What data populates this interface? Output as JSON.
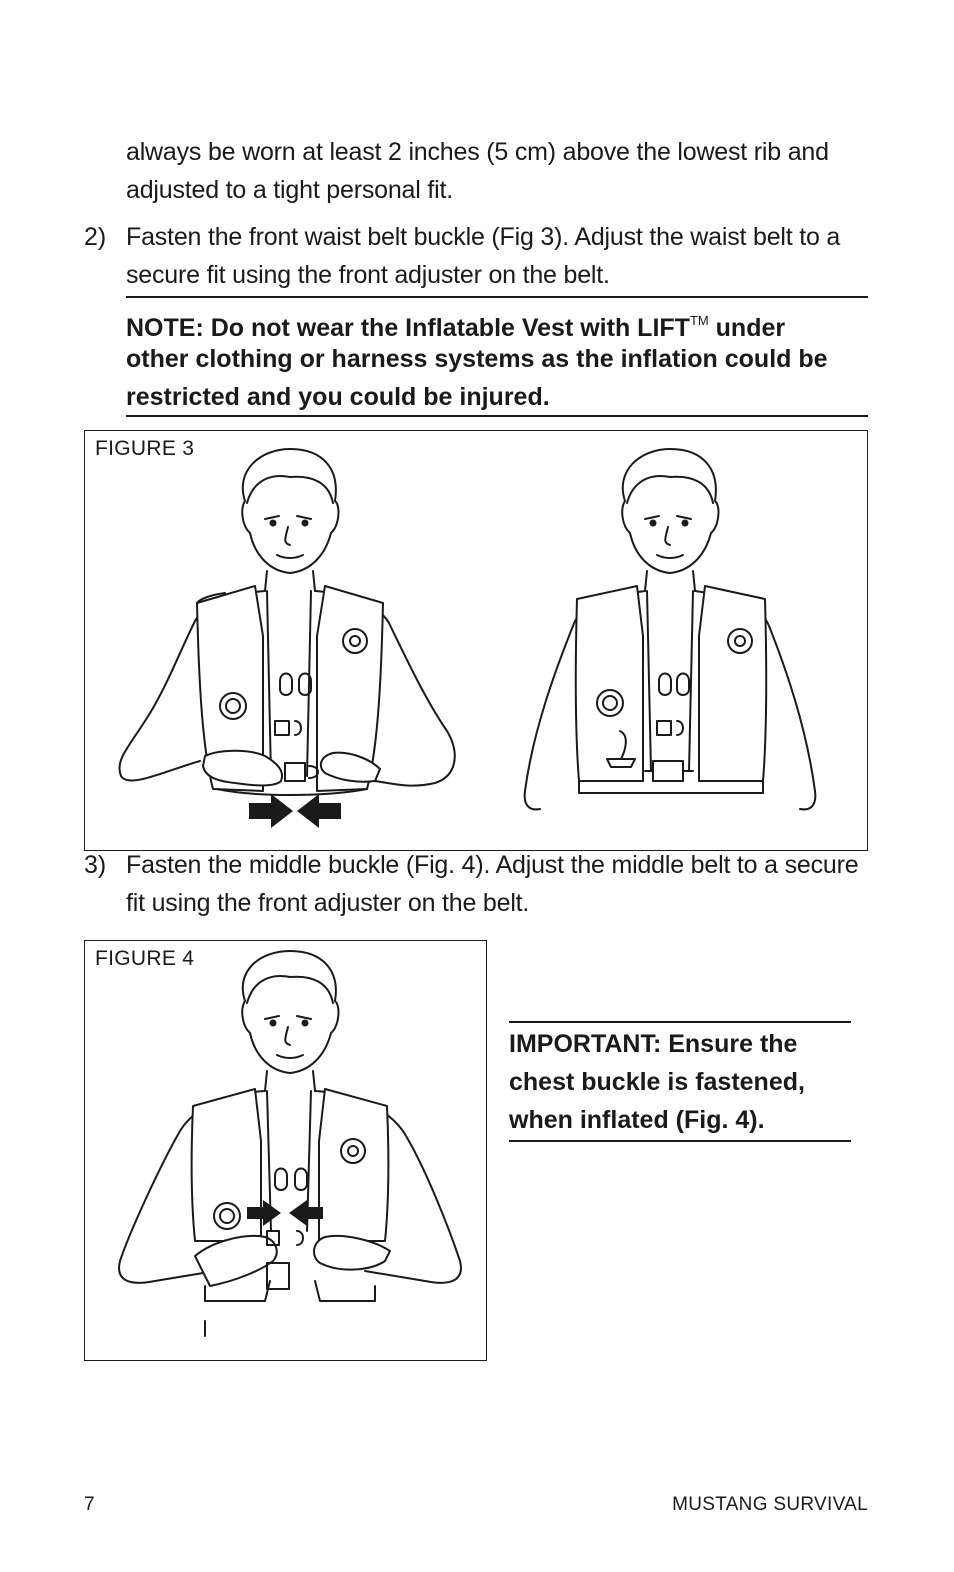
{
  "intro_text": {
    "line1": "always be worn at least 2 inches (5 cm) above the lowest rib and",
    "line2": "adjusted to a tight personal fit."
  },
  "step2": {
    "number": "2)",
    "line1": "Fasten the front waist belt buckle (Fig 3). Adjust the waist belt to a",
    "line2": "secure fit using the front adjuster on the belt."
  },
  "note": {
    "line1_a": "NOTE: Do not wear the Inflatable Vest with LIFT",
    "tm": "TM",
    "line1_b": " under",
    "line2": "other clothing or harness systems as the inflation could be",
    "line3": "restricted and you could be injured."
  },
  "figure3": {
    "label": "FIGURE 3"
  },
  "step3": {
    "number": "3)",
    "line1": "Fasten the middle buckle (Fig. 4). Adjust the middle belt to a secure",
    "line2": "fit using the front adjuster on the belt."
  },
  "figure4": {
    "label": "FIGURE 4"
  },
  "important": {
    "line1": "IMPORTANT: Ensure the",
    "line2": "chest buckle is fastened,",
    "line3": "when inflated (Fig. 4)."
  },
  "footer": {
    "page_number": "7",
    "brand": "MUSTANG SURVIVAL"
  }
}
